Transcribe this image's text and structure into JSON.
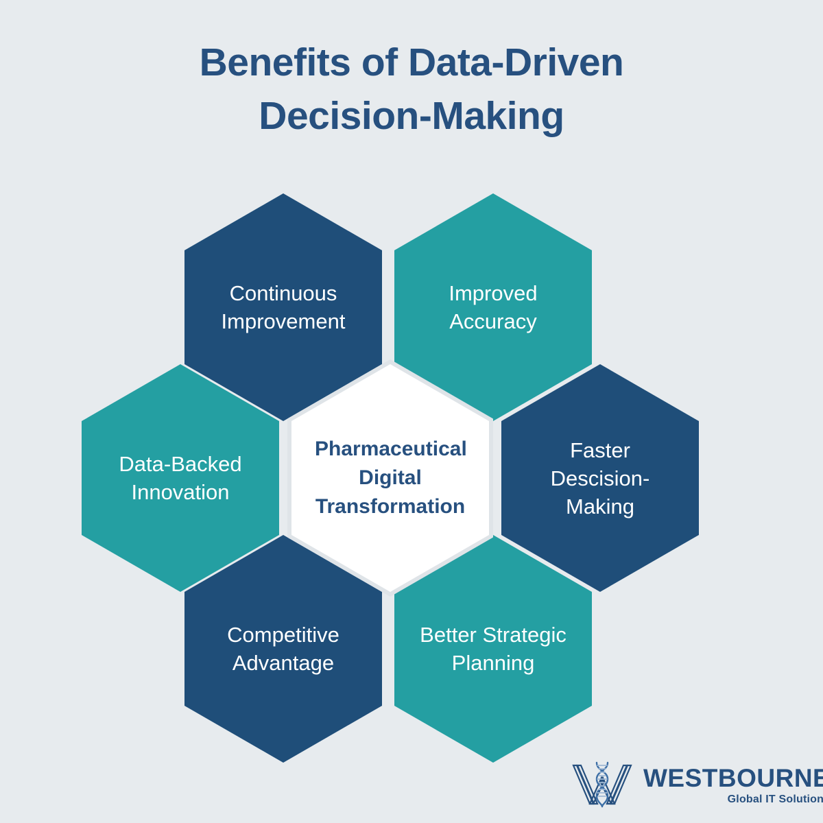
{
  "title": {
    "line1": "Benefits of Data-Driven",
    "line2": "Decision-Making",
    "color": "#27507f"
  },
  "background_color": "#e7ebee",
  "palette": {
    "dark_blue": "#1f4e79",
    "teal": "#249fa2",
    "center_fill": "#ffffff",
    "center_text": "#27507f",
    "hex_text": "#ffffff"
  },
  "diagram": {
    "type": "honeycomb",
    "center": {
      "name": "center-hexagon",
      "label": "Pharmaceutical Digital Transformation",
      "line1": "Pharmaceutical",
      "line2": "Digital",
      "line3": "Transformation",
      "fill": "#ffffff",
      "text_color": "#27507f"
    },
    "benefits": [
      {
        "id": "continuous-improvement",
        "position": "top-left",
        "line1": "Continuous",
        "line2": "Improvement",
        "fill": "#1f4e79"
      },
      {
        "id": "improved-accuracy",
        "position": "top-right",
        "line1": "Improved",
        "line2": "Accuracy",
        "fill": "#249fa2"
      },
      {
        "id": "data-backed-innovation",
        "position": "middle-left",
        "line1": "Data-Backed",
        "line2": "Innovation",
        "fill": "#249fa2"
      },
      {
        "id": "faster-decision-making",
        "position": "middle-right",
        "line1": "Faster",
        "line2": "Descision-",
        "line3": "Making",
        "fill": "#1f4e79"
      },
      {
        "id": "competitive-advantage",
        "position": "bottom-left",
        "line1": "Competitive",
        "line2": "Advantage",
        "fill": "#1f4e79"
      },
      {
        "id": "better-strategic-planning",
        "position": "bottom-right",
        "line1": "Better Strategic",
        "line2": "Planning",
        "fill": "#249fa2"
      }
    ]
  },
  "logo": {
    "mark": "westbourne-dna-w-icon",
    "wordmark": "WESTBOURNE",
    "tagline": "Global IT Solutions",
    "color": "#27507f"
  }
}
